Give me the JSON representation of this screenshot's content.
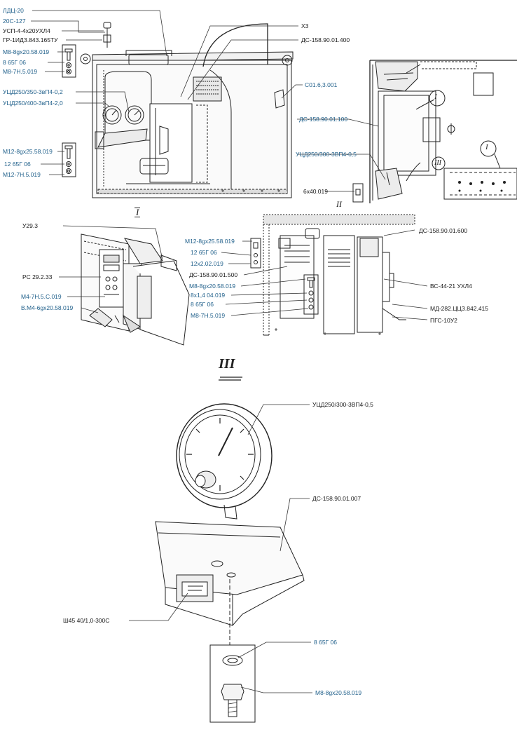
{
  "colors": {
    "blue_label": "#1f5f8a",
    "black_label": "#1a1a1a",
    "line": "#222222"
  },
  "views": {
    "i": "I",
    "ii": "II",
    "iii": "III"
  },
  "labels": {
    "ldc20": "ЛДЦ-20",
    "c20_127": "20С-127",
    "usp": "УСП-4-4х20УХЛ4",
    "gr": "ГР-1ИДЗ.843.165ТУ",
    "m8_top": "М8-8gх20.58.019",
    "w8_top": "8 65Г 06",
    "n8_top": "М8-7Н.5.019",
    "x3": "Х3",
    "ds400": "ДС-158.90.01.400",
    "s01": "С01.6,3.001",
    "ucd350": "УЦД250/350-3вП4-0,2",
    "ucd400": "УЦД250/400-3вП4-2,0",
    "ds100": "ДС-158.90.01.100",
    "ucd300r": "УЦД250/300-3ВП4-0,5",
    "m12_left": "М12-8gх25.58.019",
    "w12_left": "12 65Г 06",
    "n12_left": "М12-7Н.5.019",
    "screw6": "6х40.019",
    "u29": "У29.3",
    "rs29": "РС 29.2.33",
    "m4n": "М4-7Н.5.С.019",
    "vm4": "В.М4-6gх20.58.019",
    "m12_mid": "М12-8gх25.58.019",
    "w12_mid": "12 65Г 06",
    "w12x2": "12х2.02.019",
    "ds500": "ДС-158.90.01.500",
    "m8_mid": "М8-8gх20.58.019",
    "w8x14": "8х1,4 04.019",
    "w8_mid": "8 65Г 06",
    "n8_mid": "М8-7Н.5.019",
    "ds600": "ДС-158.90.01.600",
    "vs44": "ВС-44-21 УХЛ4",
    "md282": "МД-282.ЦЦЗ.842.415",
    "pgs": "ПГС-10У2",
    "ucd300b": "УЦД250/300-3ВП4-0,5",
    "ds007": "ДС-158.90.01.007",
    "sh45": "Ш45 40/1,0-300С",
    "w8_bot": "8 65Г 06",
    "m8_bot": "М8-8gх20.58.019"
  }
}
